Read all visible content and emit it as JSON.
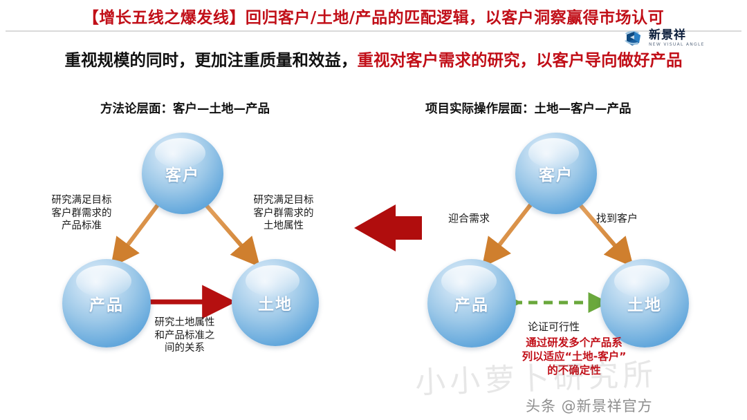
{
  "header": {
    "title": "【增长五线之爆发线】回归客户/土地/产品的匹配逻辑，以客户洞察赢得市场认可",
    "subtitle_black": "重视规模的同时，更加注重质量和效益，",
    "subtitle_red": "重视对客户需求的研究，以客户导向做好产品",
    "title_color": "#c10f18",
    "subtitle_black_color": "#111111",
    "subtitle_red_color": "#c10f18"
  },
  "logo": {
    "icon": "new-visual-angle-logo-icon",
    "cn": "新景祥",
    "en": "NEW VISUAL ANGLE",
    "color": "#0d1f3c"
  },
  "left_diagram": {
    "heading": "方法论层面：客户—土地—产品",
    "nodes": {
      "customer": "客户",
      "product": "产品",
      "land": "土地"
    },
    "edges": {
      "customer_to_product": "研究满足目标\n客户群需求的\n产品标准",
      "customer_to_land": "研究满足目标\n客户群需求的\n土地属性",
      "product_land": "研究土地属性\n和产品标准之\n间的关系"
    },
    "connector_color": "#d98a3d",
    "bottom_arrow_color": "#b51010"
  },
  "center_arrow": {
    "name": "big-red-left-arrow",
    "direction": "left",
    "color": "#b00d0d"
  },
  "right_diagram": {
    "heading": "项目实际操作层面：土地—客户—产品",
    "nodes": {
      "customer": "客户",
      "product": "产品",
      "land": "土地"
    },
    "edges": {
      "customer_to_product": "迎合需求",
      "customer_to_land": "找到客户",
      "product_land_label": "论证可行性",
      "product_land_note": "通过研发多个产品系\n列以适应“土地-客户”\n的不确定性"
    },
    "connector_color": "#d98a3d",
    "dashed_arrow_color": "#6aa83c",
    "note_color": "#c10f18"
  },
  "watermarks": {
    "script": "小小萝卜研究所",
    "footer": "头条 @新景祥官方"
  }
}
